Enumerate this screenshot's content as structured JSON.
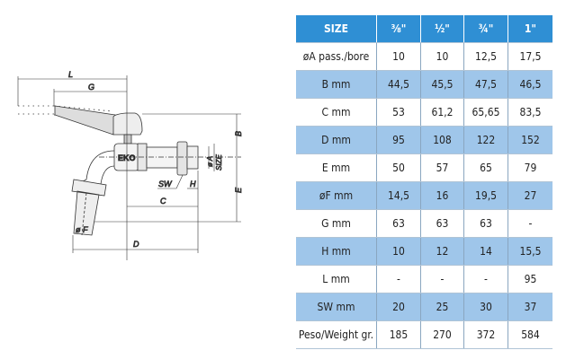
{
  "drawing": {
    "labels": {
      "L": "L",
      "G": "G",
      "B": "B",
      "E": "E",
      "C": "C",
      "D": "D",
      "SW": "SW",
      "H": "H",
      "A": "ø A",
      "SIZE": "SIZE",
      "F": "ø F",
      "brand": "EKO"
    }
  },
  "table": {
    "headers": [
      "SIZE",
      "⅜\"",
      "½\"",
      "¾\"",
      "1\""
    ],
    "rows": [
      {
        "label": "øA pass./bore",
        "values": [
          "10",
          "10",
          "12,5",
          "17,5"
        ]
      },
      {
        "label": "B mm",
        "values": [
          "44,5",
          "45,5",
          "47,5",
          "46,5"
        ]
      },
      {
        "label": "C mm",
        "values": [
          "53",
          "61,2",
          "65,65",
          "83,5"
        ]
      },
      {
        "label": "D mm",
        "values": [
          "95",
          "108",
          "122",
          "152"
        ]
      },
      {
        "label": "E mm",
        "values": [
          "50",
          "57",
          "65",
          "79"
        ]
      },
      {
        "label": "øF mm",
        "values": [
          "14,5",
          "16",
          "19,5",
          "27"
        ]
      },
      {
        "label": "G mm",
        "values": [
          "63",
          "63",
          "63",
          "-"
        ]
      },
      {
        "label": "H mm",
        "values": [
          "10",
          "12",
          "14",
          "15,5"
        ]
      },
      {
        "label": "L mm",
        "values": [
          "-",
          "-",
          "-",
          "95"
        ]
      },
      {
        "label": "SW mm",
        "values": [
          "20",
          "25",
          "30",
          "37"
        ]
      },
      {
        "label": "Peso/Weight gr.",
        "values": [
          "185",
          "270",
          "372",
          "584"
        ]
      }
    ]
  },
  "colors": {
    "header": "#2f8fd4",
    "alt_row": "#9fc6ea"
  }
}
